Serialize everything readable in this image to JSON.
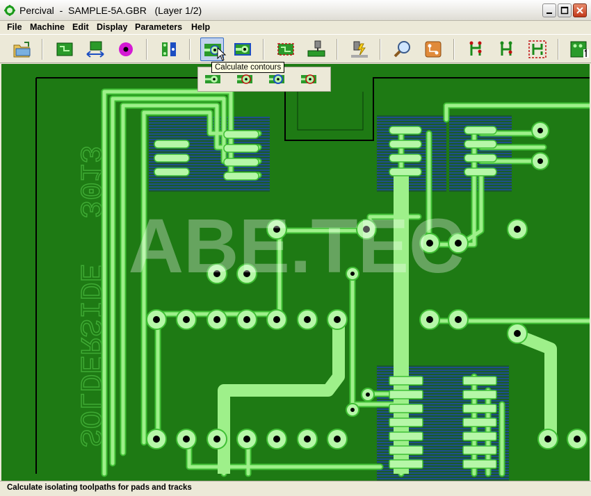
{
  "window": {
    "title": "Percival  -  SAMPLE-5A.GBR   (Layer 1/2)"
  },
  "menu": {
    "items": [
      "File",
      "Machine",
      "Edit",
      "Display",
      "Parameters",
      "Help"
    ]
  },
  "toolbar": {
    "buttons": [
      {
        "name": "open-file-icon"
      },
      {
        "name": "board-icon"
      },
      {
        "name": "mirror-board-icon"
      },
      {
        "name": "drill-hole-icon"
      },
      {
        "name": "layer-select-icon"
      },
      {
        "name": "calculate-contours-icon",
        "active": true
      },
      {
        "name": "contour-fill-icon"
      },
      {
        "name": "board-outline-icon"
      },
      {
        "name": "milling-machine-icon"
      },
      {
        "name": "spindle-lightning-icon"
      },
      {
        "name": "zoom-icon"
      },
      {
        "name": "orange-pcb-icon"
      },
      {
        "name": "tracks-icon"
      },
      {
        "name": "tracks-2-icon"
      },
      {
        "name": "tracks-red-frame-icon"
      },
      {
        "name": "layer-1-icon"
      }
    ],
    "tooltip": "Calculate contours",
    "subtoolbar": [
      {
        "name": "contour-pad-icon"
      },
      {
        "name": "contour-pad-red-icon"
      },
      {
        "name": "contour-pad-blue-icon"
      },
      {
        "name": "contour-pad-split-icon"
      }
    ]
  },
  "pcb": {
    "watermark": "ABE.TEC",
    "mirrored_text": "SOLDERSIDE",
    "mirrored_text_2": "3013",
    "colors": {
      "board": "#1e7a14",
      "track": "#9ef08a",
      "track_edge": "#3fbf34",
      "pad_fill": "#b6f7a8",
      "hole": "#000000",
      "dense_copper": "#1d4f8a",
      "outline": "#000000"
    }
  },
  "status": {
    "text": "Calculate isolating toolpaths for pads and tracks"
  }
}
